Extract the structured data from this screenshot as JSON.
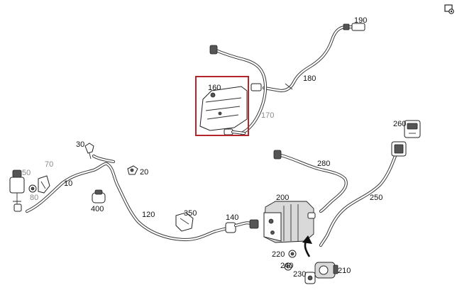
{
  "highlight_color": "#b3262b",
  "callouts": {
    "c10": "10",
    "c20": "20",
    "c30": "30",
    "c50": "50",
    "c70": "70",
    "c80": "80",
    "c120": "120",
    "c140": "140",
    "c160": "160",
    "c170": "170",
    "c180": "180",
    "c190": "190",
    "c200": "200",
    "c210": "210",
    "c220": "220",
    "c230": "230",
    "c240": "240",
    "c250": "250",
    "c260": "260",
    "c280": "280",
    "c350": "350",
    "c400": "400"
  },
  "toolbar": {
    "icon": "print-settings-icon"
  }
}
